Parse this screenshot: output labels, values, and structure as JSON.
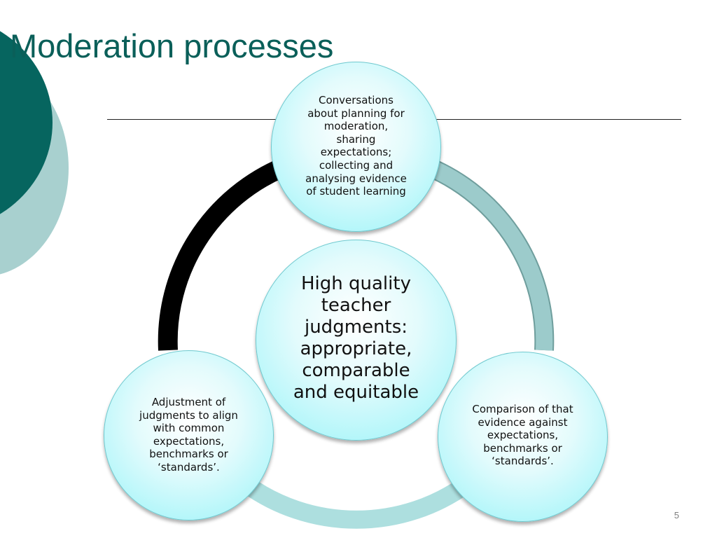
{
  "slide": {
    "title": "Moderation processes",
    "page_number": "5"
  },
  "diagram": {
    "center": "High quality\nteacher\njudgments:\nappropriate,\ncomparable\nand equitable",
    "nodes": {
      "top": "Conversations\nabout planning for\nmoderation,\nsharing\nexpectations;\ncollecting and\nanalysing evidence\nof student learning",
      "right": "Comparison of that\nevidence against\nexpectations,\nbenchmarks or\n‘standards’.",
      "left": "Adjustment of\njudgments to align\nwith common\nexpectations,\nbenchmarks or\n‘standards’."
    },
    "arc_colors": {
      "top_to_right": "#9ccbcb",
      "right_to_left": "#addfdf",
      "left_to_top": "#000000"
    }
  },
  "theme": {
    "title_color": "#0a5f59",
    "deco_dark": "#06655f",
    "deco_light": "#a8d0cf"
  }
}
